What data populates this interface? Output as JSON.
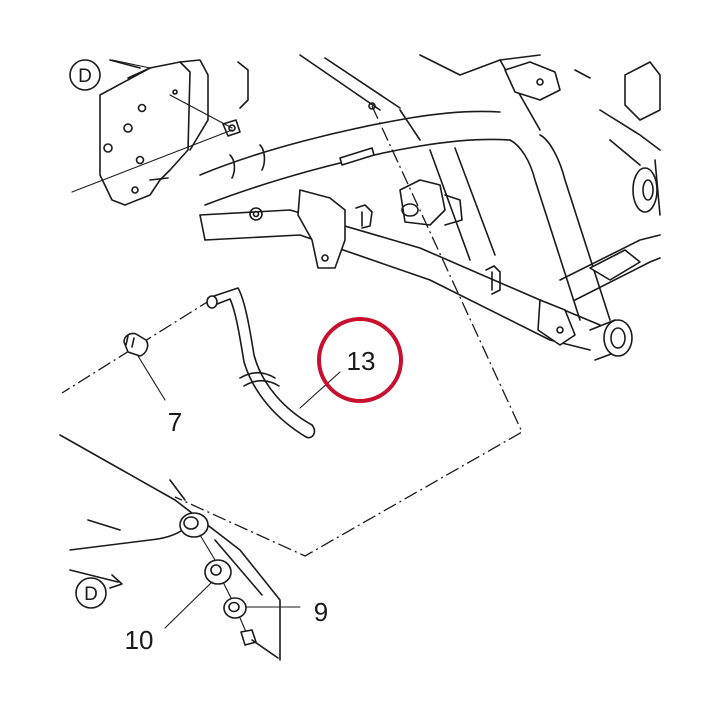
{
  "callouts": {
    "part_7": "7",
    "part_9": "9",
    "part_10": "10",
    "part_13": "13"
  },
  "view_markers": {
    "top": "D",
    "bottom": "D"
  },
  "highlight": {
    "part": "13",
    "color": "#c8102e"
  }
}
